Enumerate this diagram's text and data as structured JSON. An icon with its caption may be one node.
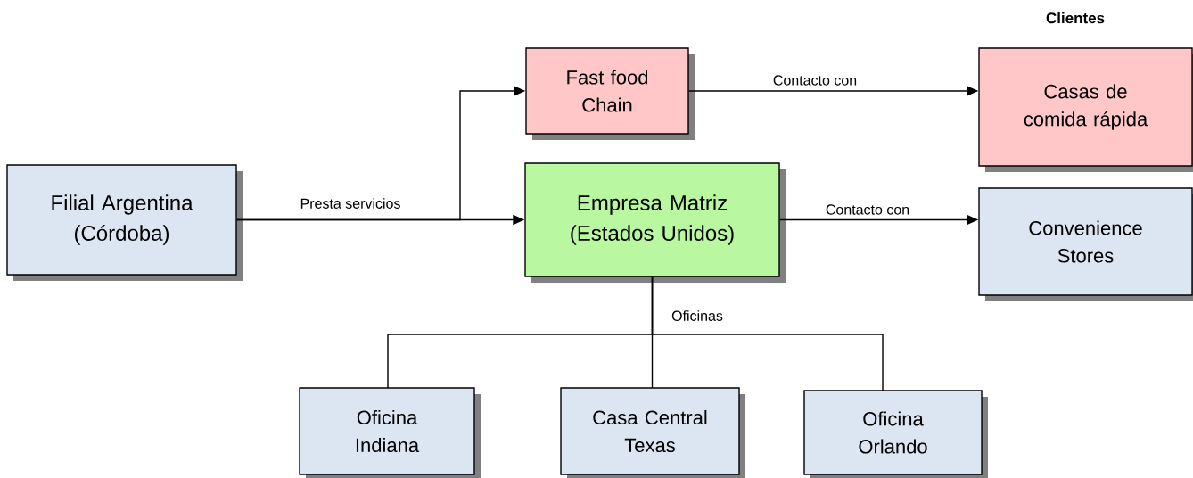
{
  "diagram": {
    "nodes": [
      {
        "text": [
          "Filial Argentina (Córdoba)"
        ]
      },
      {
        "text": [
          "Fast food Chain"
        ]
      },
      {
        "text": [
          "Casas de comida rápida"
        ]
      },
      {
        "text": [
          "Empresa Matriz (Estados Unidos)"
        ]
      },
      {
        "text": [
          "Convenience Stores"
        ]
      },
      {
        "text": [
          "Oficina Indiana"
        ]
      },
      {
        "text": [
          "Casa Central Texas"
        ]
      },
      {
        "text": [
          "Oficina Orlando"
        ]
      }
    ],
    "edges": [
      {
        "from": 0,
        "to": 1,
        "arrow": "to"
      },
      {
        "from": 0,
        "to": 3,
        "arrow": "to",
        "label": "Presta servicios"
      },
      {
        "from": 1,
        "to": 2,
        "arrow": "to",
        "label": "Contacto con"
      },
      {
        "from": 3,
        "to": 4,
        "arrow": "to",
        "label": "Contacto con"
      },
      {
        "from": 3,
        "to": 5,
        "arrow": "none"
      },
      {
        "from": 3,
        "to": 6,
        "arrow": "none",
        "label": "Oficinas"
      },
      {
        "from": 3,
        "to": 7,
        "arrow": "none"
      }
    ],
    "labels": [
      "Clientes"
    ]
  }
}
